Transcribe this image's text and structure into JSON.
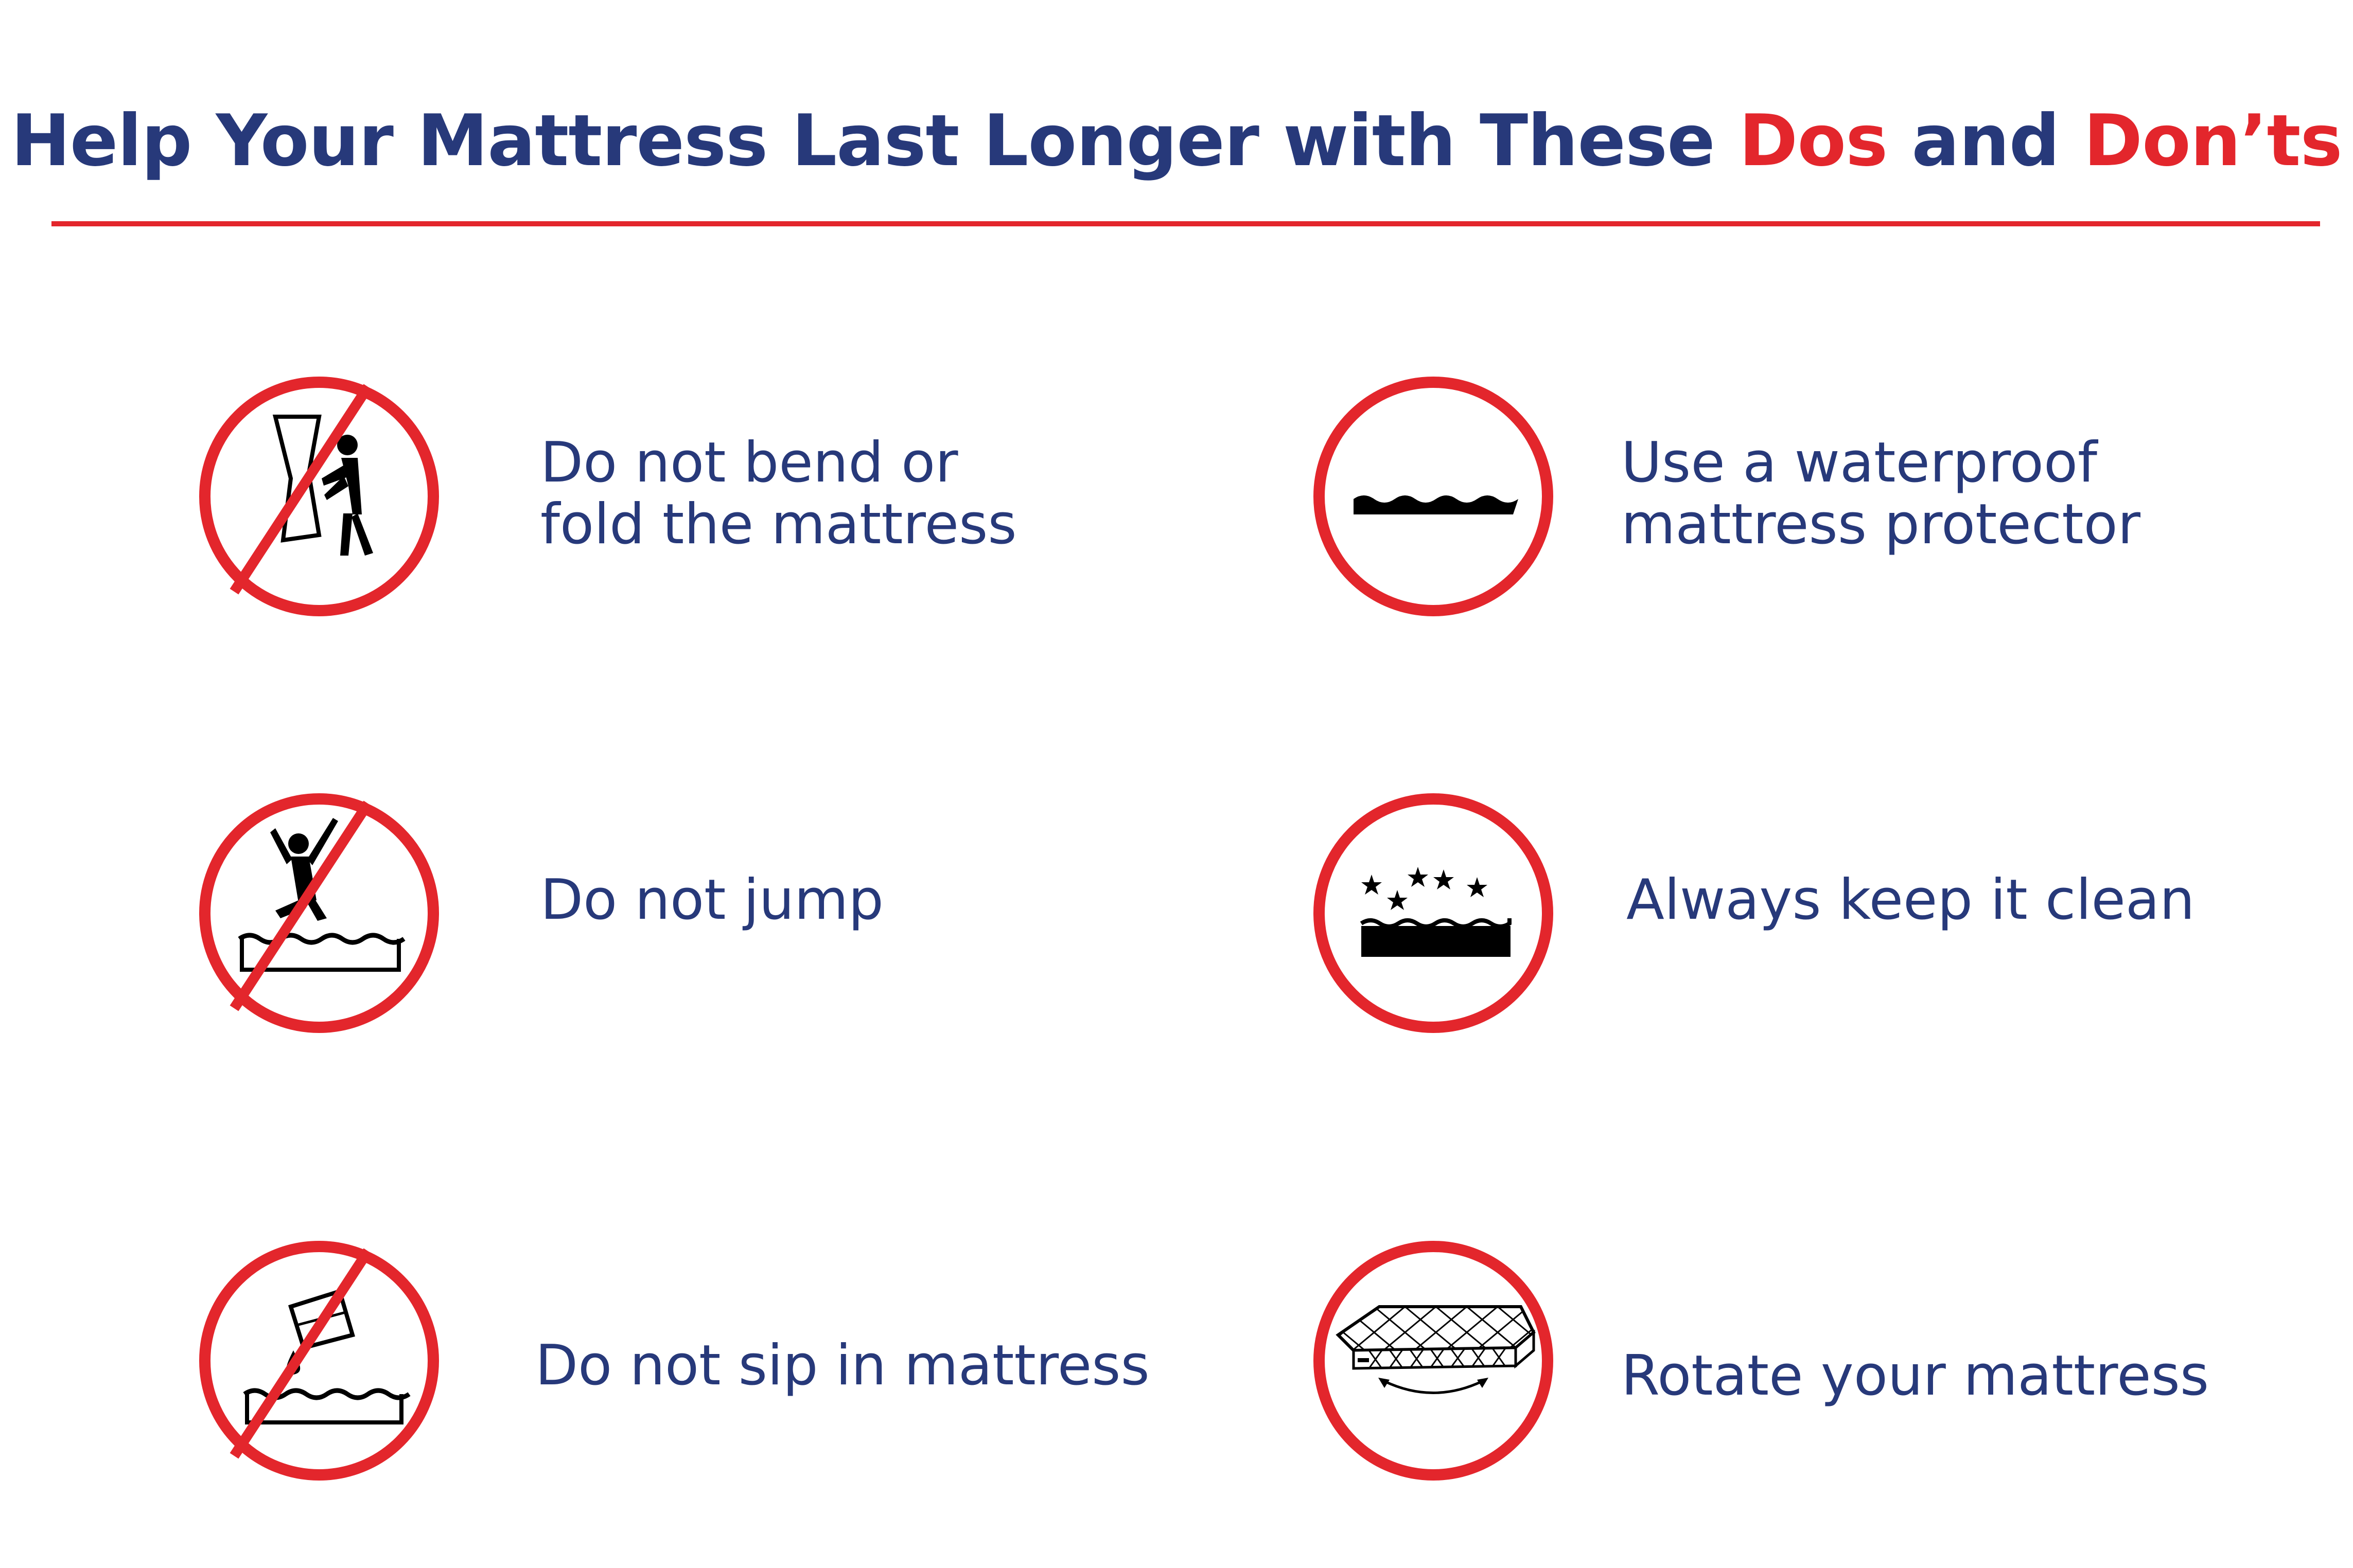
{
  "header": {
    "title_part1": "Help Your Mattress Last Longer with These ",
    "title_dos": "Dos",
    "title_and": " and ",
    "title_donts": "Don’ts"
  },
  "colors": {
    "navy": "#27397a",
    "red": "#e3262c"
  },
  "donts": [
    {
      "icon": "no-bend-fold-icon",
      "line1": "Do not bend or",
      "line2": "fold the mattress"
    },
    {
      "icon": "no-jump-icon",
      "line1": "Do not jump"
    },
    {
      "icon": "no-spill-icon",
      "line1": "Do not sip in mattress"
    }
  ],
  "dos": [
    {
      "icon": "waterproof-protector-icon",
      "line1": "Use a waterproof",
      "line2": "mattress protector"
    },
    {
      "icon": "keep-clean-icon",
      "line1": "Always keep it clean"
    },
    {
      "icon": "rotate-mattress-icon",
      "line1": "Rotate your mattress"
    }
  ]
}
